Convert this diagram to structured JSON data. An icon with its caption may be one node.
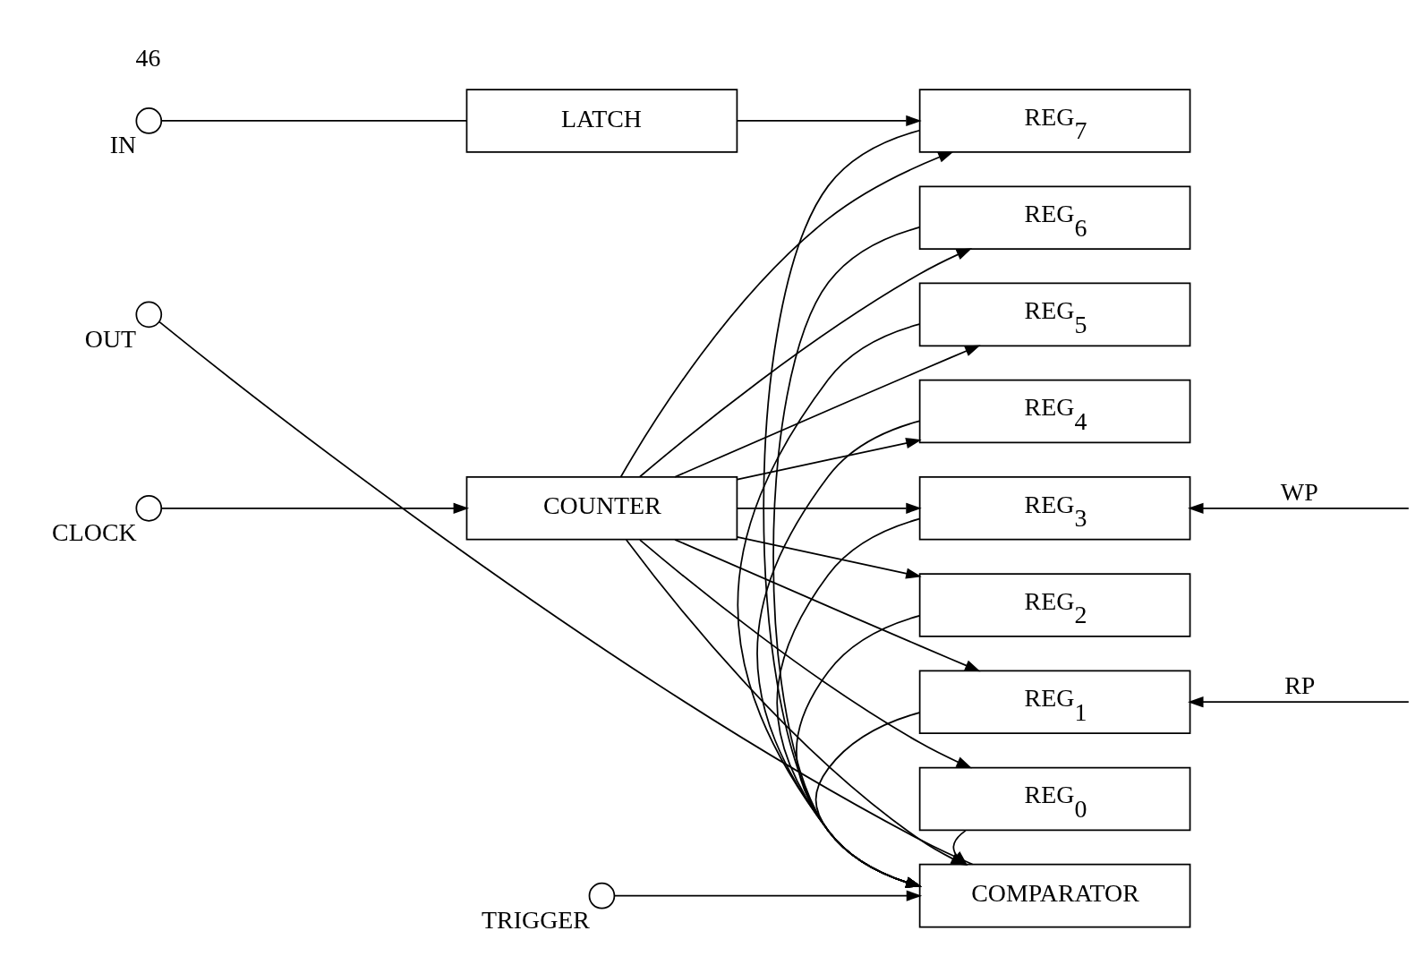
{
  "diagram": {
    "nodes": [
      {
        "text": [],
        "shape": "circle",
        "beside": [
          "IN"
        ]
      },
      {
        "text": [
          "LATCH"
        ]
      },
      {
        "text": [],
        "shape": "circle",
        "beside": [
          "CLOCK"
        ]
      },
      {
        "text": [
          "REG$_{7}$"
        ]
      },
      {
        "text": [
          "REG$_{6}$"
        ]
      },
      {
        "text": [
          "REG$_{5}$"
        ]
      },
      {
        "text": [
          "REG$_{4}$"
        ]
      },
      {
        "text": [
          "REG$_{3}$"
        ]
      },
      {
        "text": [
          "REG$_{2}$"
        ]
      },
      {
        "text": [
          "REG$_{1}$"
        ]
      },
      {
        "text": [
          "REG$_{0}$"
        ]
      },
      {
        "text": [
          "COUNTER"
        ]
      },
      {
        "text": [],
        "shape": "circle",
        "beside": [
          "TRIGGER"
        ]
      },
      {
        "text": [
          "COMPARATOR"
        ]
      },
      {
        "text": [],
        "shape": "circle",
        "beside": [
          "OUT"
        ]
      }
    ],
    "edges": [
      {
        "from": 0,
        "to": 1,
        "arrow": "none"
      },
      {
        "from": 1,
        "to": 3,
        "arrow": "to"
      },
      {
        "from": 2,
        "to": 11,
        "arrow": "to"
      },
      {
        "from": 11,
        "to": 13,
        "arrow": "to"
      },
      {
        "from": 12,
        "to": 13,
        "arrow": "to"
      },
      {
        "from": 11,
        "to": 3,
        "arrow": "to"
      },
      {
        "from": 11,
        "to": 4,
        "arrow": "to"
      },
      {
        "from": 11,
        "to": 5,
        "arrow": "to"
      },
      {
        "from": 11,
        "to": 6,
        "arrow": "to"
      },
      {
        "from": 11,
        "to": 7,
        "arrow": "to"
      },
      {
        "from": 11,
        "to": 8,
        "arrow": "to"
      },
      {
        "from": 11,
        "to": 9,
        "arrow": "to"
      },
      {
        "from": 11,
        "to": 10,
        "arrow": "to"
      },
      {
        "from": 3,
        "to": 13,
        "arrow": "to"
      },
      {
        "from": 4,
        "to": 13,
        "arrow": "to"
      },
      {
        "from": 5,
        "to": 13,
        "arrow": "to"
      },
      {
        "from": 6,
        "to": 13,
        "arrow": "to"
      },
      {
        "from": 7,
        "to": 13,
        "arrow": "to"
      },
      {
        "from": 8,
        "to": 13,
        "arrow": "to"
      },
      {
        "from": 9,
        "to": 13,
        "arrow": "to"
      },
      {
        "from": 10,
        "to": 13,
        "arrow": "to"
      },
      {
        "from": 13,
        "to": 14,
        "arrow": "none"
      },
      {
        "from": null,
        "to": 7,
        "arrow": "to",
        "label": "WP"
      },
      {
        "from": null,
        "to": 9,
        "arrow": "to",
        "label": "RP"
      }
    ],
    "labels": [
      "46"
    ]
  }
}
